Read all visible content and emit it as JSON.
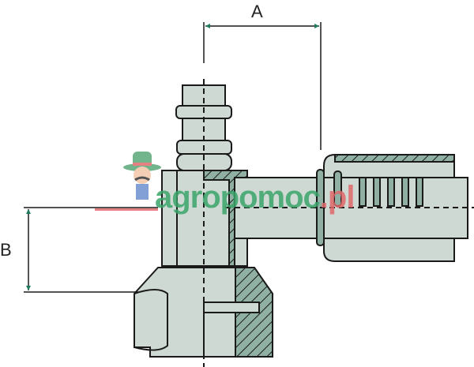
{
  "dimensions": {
    "a_label": "A",
    "b_label": "B"
  },
  "watermark": {
    "main": "agropomoc",
    "suffix": ".pl"
  },
  "colors": {
    "fill": "#cfd9d4",
    "hatch": "#8fb0a2",
    "stroke": "#1a1a1a",
    "arrow": "#1e7a5a",
    "wm_green": "#3aa56a",
    "wm_red": "#e06a6a"
  }
}
